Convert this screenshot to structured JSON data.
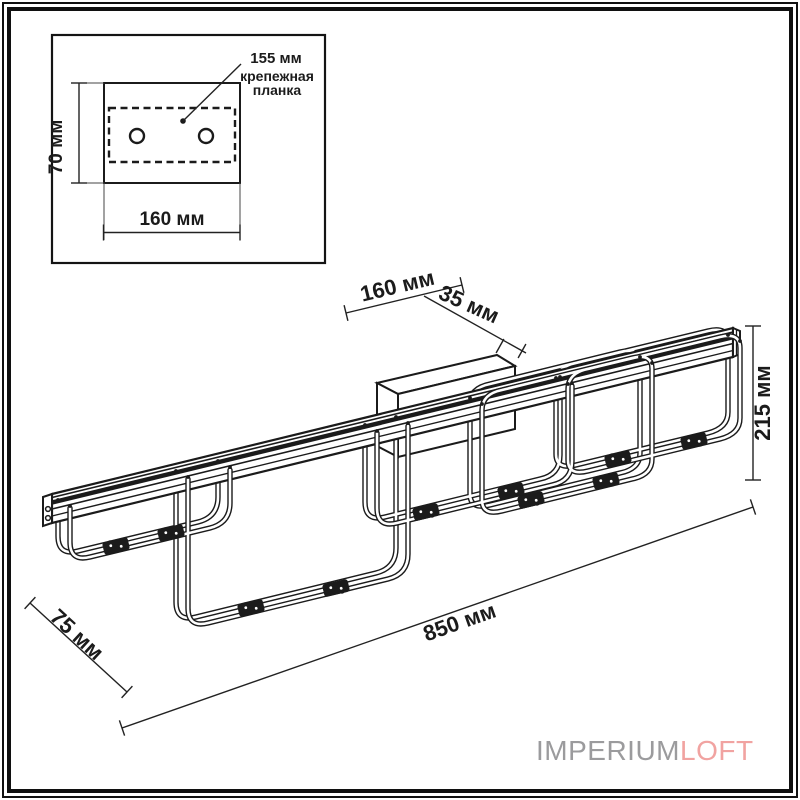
{
  "inset": {
    "hole_spacing": "155 мм",
    "caption_line1": "крепежная",
    "caption_line2": "планка",
    "height": "70 мм",
    "width": "160 мм"
  },
  "dims": {
    "canopy_length": "160 мм",
    "canopy_depth": "35 мм",
    "fixture_height": "215 мм",
    "fixture_length": "850 мм",
    "fixture_depth": "75 мм"
  },
  "brand": {
    "part1": "IMPERIUM",
    "part2": "LOFT"
  },
  "colors": {
    "line": "#1b1b1b",
    "dimension": "#222222",
    "brand_gray": "#9b9b9d",
    "brand_salmon": "#f1a3a1",
    "background": "#ffffff"
  }
}
